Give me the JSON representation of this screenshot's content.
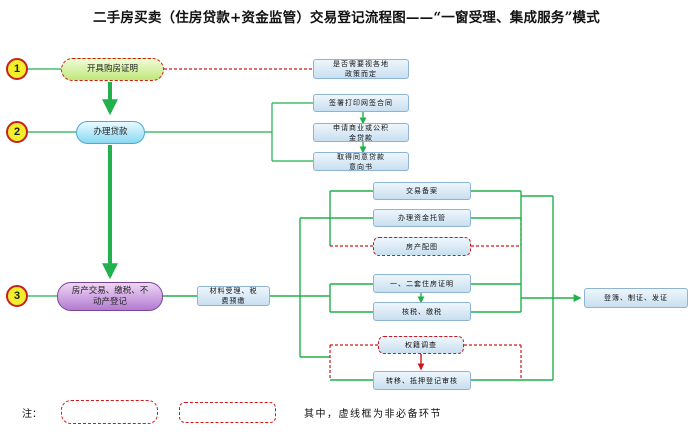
{
  "title": "二手房买卖（住房贷款+资金监管）交易登记流程图——“一窗受理、集成服务”模式",
  "steps": [
    {
      "number": "1",
      "label": "开具购房证明"
    },
    {
      "number": "2",
      "label": "办理贷款"
    },
    {
      "number": "3",
      "label": "房产交易、缴税、不动产登记"
    }
  ],
  "boxes": {
    "policy": "是否需要视各地政策而定",
    "sign_contract": "签署打印网签合同",
    "apply_loan": "申请商业或公积金贷款",
    "loan_letter": "取得同意贷款意向书",
    "materials": "材料受理、税费预缴",
    "filing": "交易备案",
    "escrow": "办理资金托管",
    "mapping": "房产配图",
    "first_second": "一、二套住房证明",
    "verify_tax": "核税、缴税",
    "title_survey": "权籍调查",
    "transfer": "转移、抵押登记审核",
    "final": "登簿、制证、发证"
  },
  "legend": {
    "prefix": "注：",
    "note": "其中，虚线框为非必备环节"
  },
  "colors": {
    "flow_green": "#22b14c",
    "dashed_red": "#d01818",
    "step_badge": "#f1ee2c"
  }
}
